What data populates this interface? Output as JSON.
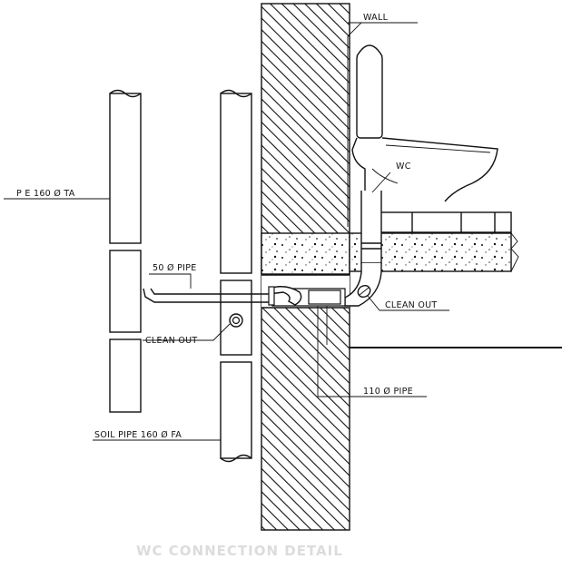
{
  "labels": {
    "wall": "WALL",
    "wc": "WC",
    "pe_pipe": "P E 160 Ø TA",
    "pipe_50": "50 Ø PIPE",
    "clean_out_left": "CLEAN OUT",
    "clean_out_right": "CLEAN OUT",
    "pipe_110": "110 Ø PIPE",
    "soil_pipe": "SOIL PIPE 160 Ø FA"
  },
  "title": "WC CONNECTION DETAIL"
}
